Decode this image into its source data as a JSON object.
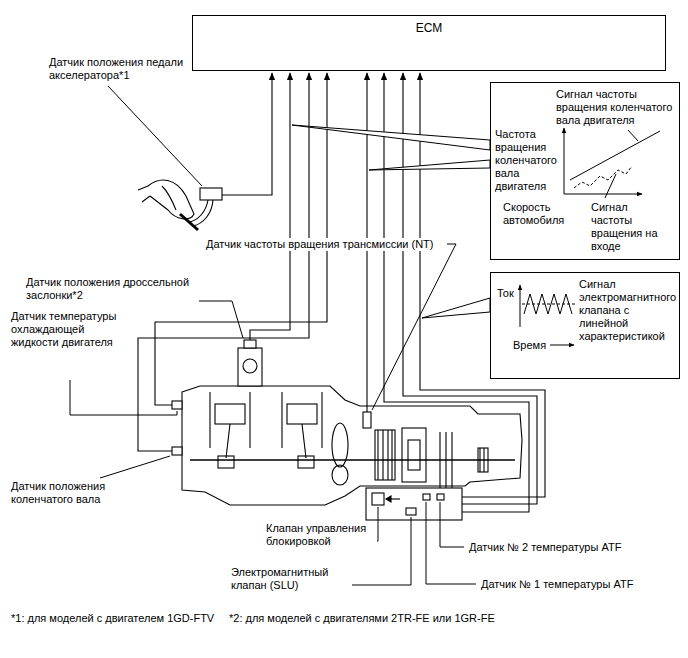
{
  "diagram": {
    "nodes": [
      {
        "text": [
          "ECM"
        ]
      },
      {
        "text": [
          "Сигнал частоты вращения коленчатого вала двигателя",
          "Частота вращения коленчатого вала двигателя",
          "Скорость автомобиля",
          "Сигнал частоты вращения на входе"
        ]
      },
      {
        "text": [
          "Ток",
          "Сигнал электромагнитного клапана с линейной характеристикой",
          "Время"
        ]
      }
    ],
    "labels": [
      "Датчик положения педали акселератора*1",
      "Датчик частоты вращения трансмиссии (NT)",
      "Датчик положения дроссельной заслонки*2",
      "Датчик температуры охлаждающей жидкости двигателя",
      "Датчик положения коленчатого вала",
      "Клапан управления блокировкой",
      "Электромагнитный клапан (SLU)",
      "Датчик № 2 температуры ATF",
      "Датчик № 1 температуры ATF",
      "*1: для моделей с двигателем 1GD-FTV",
      "*2: для моделей с двигателями 2TR-FE или 1GR-FE"
    ]
  }
}
